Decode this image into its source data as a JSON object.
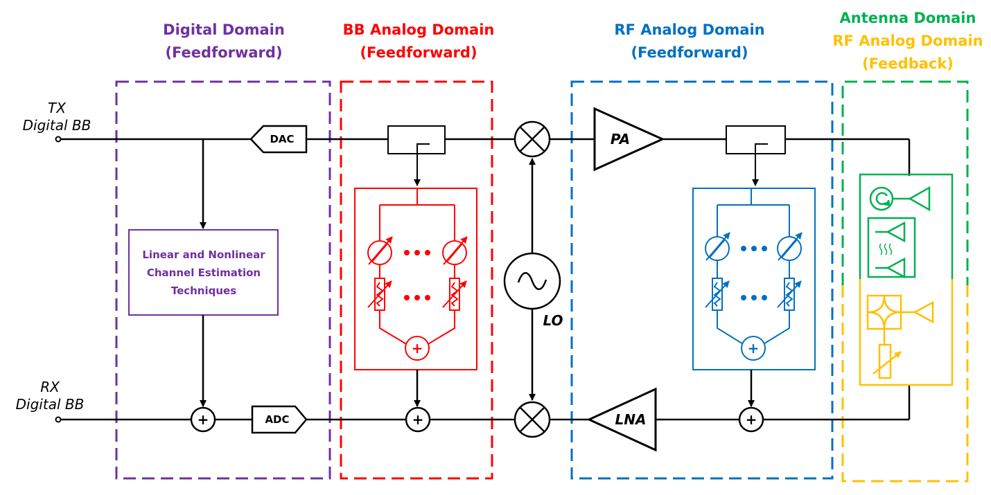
{
  "domains": {
    "digital": {
      "title": "Digital Domain",
      "subtitle": "(Feedforward)",
      "color": "#7030a0"
    },
    "bb_analog": {
      "title": "BB Analog Domain",
      "subtitle": "(Feedforward)",
      "color": "#ff0000"
    },
    "rf_analog": {
      "title": "RF Analog Domain",
      "subtitle": "(Feedforward)",
      "color": "#0070c0"
    },
    "antenna": {
      "title": "Antenna Domain",
      "color": "#00b050"
    },
    "rf_feedback": {
      "title": "RF Analog Domain",
      "subtitle": "(Feedback)",
      "color": "#ffc000"
    }
  },
  "ports": {
    "tx_line1": "TX",
    "tx_line2": "Digital BB",
    "rx_line1": "RX",
    "rx_line2": "Digital BB"
  },
  "blocks": {
    "dac": "DAC",
    "adc": "ADC",
    "pa": "PA",
    "lna": "LNA",
    "lo": "LO",
    "estimation_line1": "Linear and Nonlinear",
    "estimation_line2": "Channel Estimation",
    "estimation_line3": "Techniques",
    "summer": "+"
  },
  "icons": [
    "dac-icon",
    "adc-icon",
    "mixer-icon",
    "oscillator-icon",
    "pa-amplifier-icon",
    "lna-amplifier-icon",
    "coupler-icon",
    "phase-shifter-icon",
    "attenuator-icon",
    "summer-icon",
    "circulator-icon",
    "antenna-icon",
    "hybrid-coupler-icon"
  ]
}
